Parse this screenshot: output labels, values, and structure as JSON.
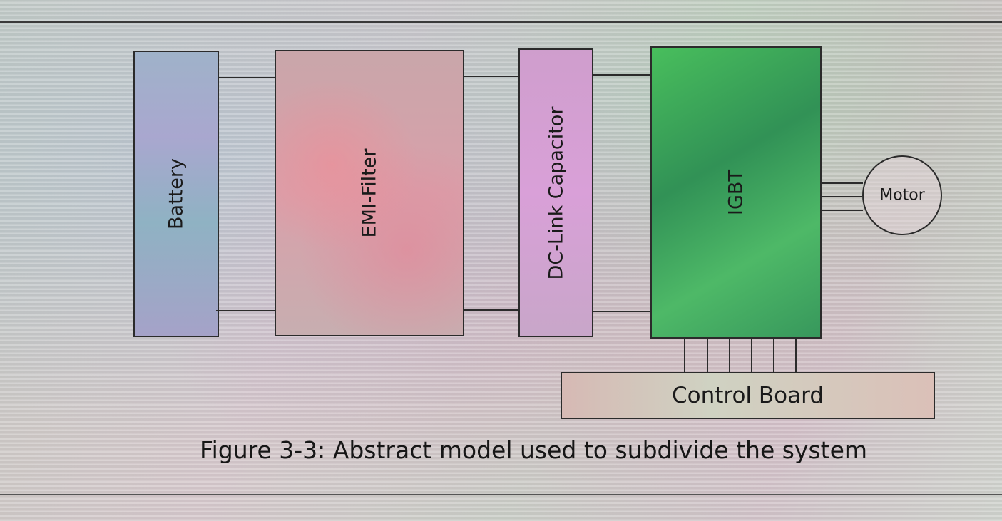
{
  "diagram": {
    "blocks": [
      {
        "id": "battery",
        "label": "Battery"
      },
      {
        "id": "emi",
        "label": "EMI-Filter"
      },
      {
        "id": "dclink",
        "label": "DC-Link Capacitor"
      },
      {
        "id": "igbt",
        "label": "IGBT"
      },
      {
        "id": "motor",
        "label": "Motor"
      },
      {
        "id": "control",
        "label": "Control Board"
      }
    ],
    "connections": [
      {
        "from": "battery",
        "to": "emi",
        "lines": 2
      },
      {
        "from": "emi",
        "to": "dclink",
        "lines": 2
      },
      {
        "from": "dclink",
        "to": "igbt",
        "lines": 2
      },
      {
        "from": "igbt",
        "to": "motor",
        "lines": 3
      },
      {
        "from": "igbt",
        "to": "control",
        "lines": 6
      }
    ]
  },
  "caption": "Figure 3-3: Abstract model used to subdivide the system"
}
